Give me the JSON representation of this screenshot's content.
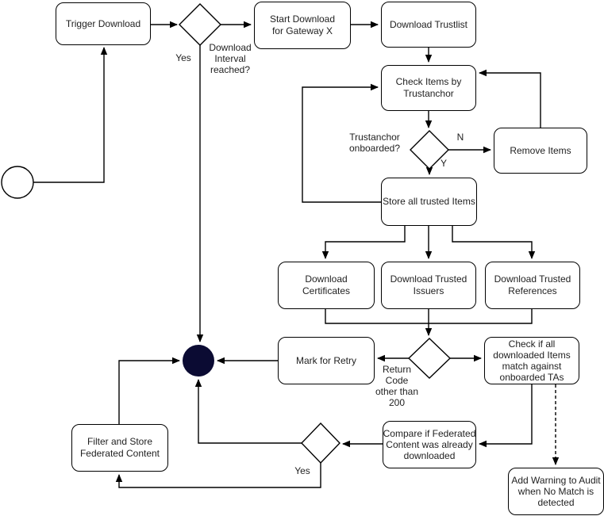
{
  "diagram": {
    "nodes": {
      "trigger_download": "Trigger Download",
      "start_download": "Start Download\nfor Gateway X",
      "download_trustlist": "Download Trustlist",
      "check_items": "Check Items by\nTrustanchor",
      "remove_items": "Remove Items",
      "store_items": "Store all trusted Items",
      "download_certificates": "Download\nCertificates",
      "download_issuers": "Download Trusted\nIssuers",
      "download_references": "Download Trusted\nReferences",
      "mark_for_retry": "Mark for Retry",
      "check_match": "Check if all\ndownloaded Items\nmatch against\nonboarded TAs",
      "compare_federated": "Compare if Federated\nContent was already\ndownloaded",
      "filter_store": "Filter and Store\nFederated Content",
      "add_warning": "Add Warning to Audit\nwhen No Match is\ndetected"
    },
    "labels": {
      "yes_top": "Yes",
      "interval_question": "Download\nInterval\nreached?",
      "trustanchor_question": "Trustanchor\nonboarded?",
      "no_short": "N",
      "yes_short": "Y",
      "return_code": "Return\nCode\nother than\n200",
      "yes_bottom": "Yes"
    },
    "colors": {
      "stroke": "#000000",
      "node_fill": "#ffffff",
      "merge_node_fill": "#0b0b33"
    }
  }
}
